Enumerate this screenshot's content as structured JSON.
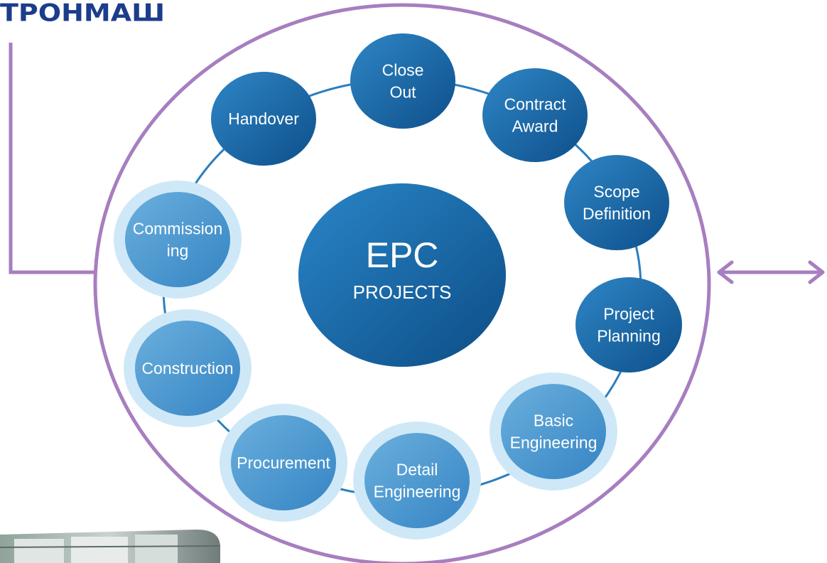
{
  "brand": {
    "logo_text": "ТРОНМАШ"
  },
  "colors": {
    "brand_blue": "#1c3d8c",
    "outer_ring_purple": "#a77ec0",
    "node_dark_start": "#2f86c6",
    "node_dark_end": "#0d4f8a",
    "node_light_start": "#6bb0dd",
    "node_light_end": "#3584c4",
    "halo": "#cfe8f7",
    "ring_line": "#2c7fbf"
  },
  "diagram": {
    "center": {
      "title": "EPC",
      "subtitle": "PROJECTS"
    },
    "stages": [
      {
        "id": "close-out",
        "lines": [
          "Close",
          "Out"
        ],
        "style": "dark"
      },
      {
        "id": "contract-award",
        "lines": [
          "Contract",
          "Award"
        ],
        "style": "dark"
      },
      {
        "id": "scope-definition",
        "lines": [
          "Scope",
          "Definition"
        ],
        "style": "dark"
      },
      {
        "id": "project-planning",
        "lines": [
          "Project",
          "Planning"
        ],
        "style": "dark"
      },
      {
        "id": "basic-engineering",
        "lines": [
          "Basic",
          "Engineering"
        ],
        "style": "light"
      },
      {
        "id": "detail-engineering",
        "lines": [
          "Detail",
          "Engineering"
        ],
        "style": "light"
      },
      {
        "id": "procurement",
        "lines": [
          "Procurement"
        ],
        "style": "light"
      },
      {
        "id": "construction",
        "lines": [
          "Construction"
        ],
        "style": "light"
      },
      {
        "id": "commissioning",
        "lines": [
          "Commission",
          "ing"
        ],
        "style": "light"
      },
      {
        "id": "handover",
        "lines": [
          "Handover"
        ],
        "style": "dark"
      }
    ]
  },
  "decor": {
    "double_arrow": "double-arrow-icon",
    "bracket_connector": "bracket-connector",
    "photo_thumbnail": "factory-photo"
  }
}
